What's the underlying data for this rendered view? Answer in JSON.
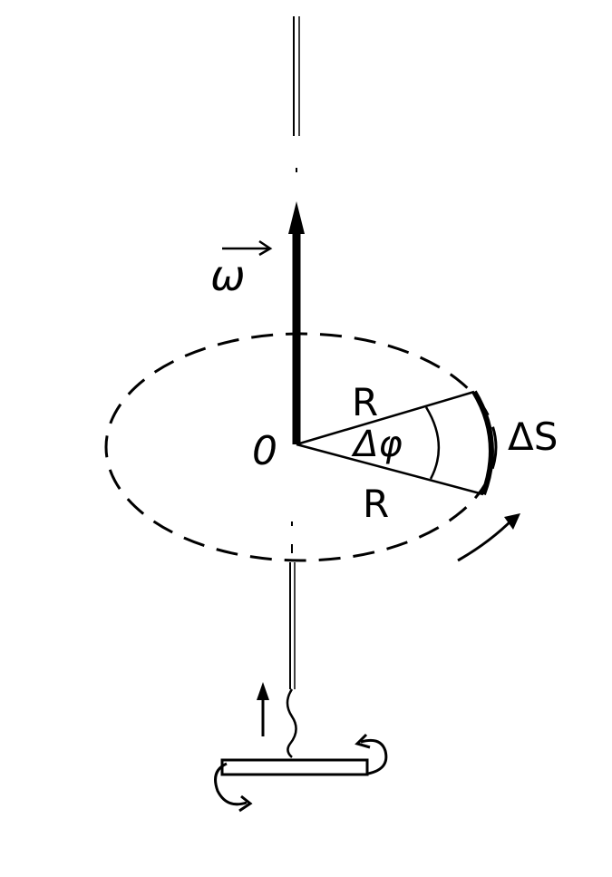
{
  "labels": {
    "omega": "ω",
    "origin": "0",
    "radius_top": "R",
    "radius_bottom": "R",
    "delta_phi": "Δφ",
    "delta_s": "ΔS"
  },
  "colors": {
    "ink": "#000000",
    "background": "#ffffff"
  }
}
